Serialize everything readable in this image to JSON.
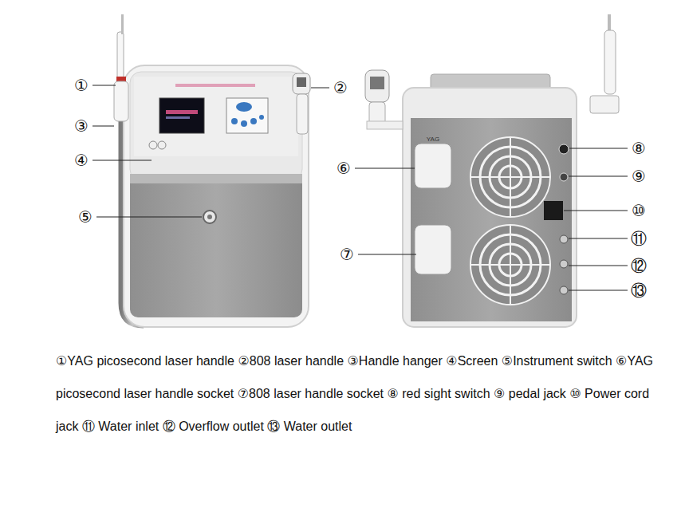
{
  "diagram": {
    "labels": [
      "①",
      "②",
      "③",
      "④",
      "⑤",
      "⑥",
      "⑦",
      "⑧",
      "⑨",
      "⑩",
      "⑪",
      "⑫",
      "⑬",
      "YAG",
      "①YAG picosecond laser handle",
      "②808 laser handle",
      "③Handle hanger",
      "④Screen",
      "⑤Instrument switch",
      "⑥YAG picosecond laser handle socket",
      "⑦808 laser handle socket",
      "⑧ red sight switch",
      "⑨ pedal jack",
      "⑩ Power cord jack",
      "⑪ Water inlet",
      "⑫ Overflow outlet",
      "⑬ Water outlet"
    ]
  }
}
